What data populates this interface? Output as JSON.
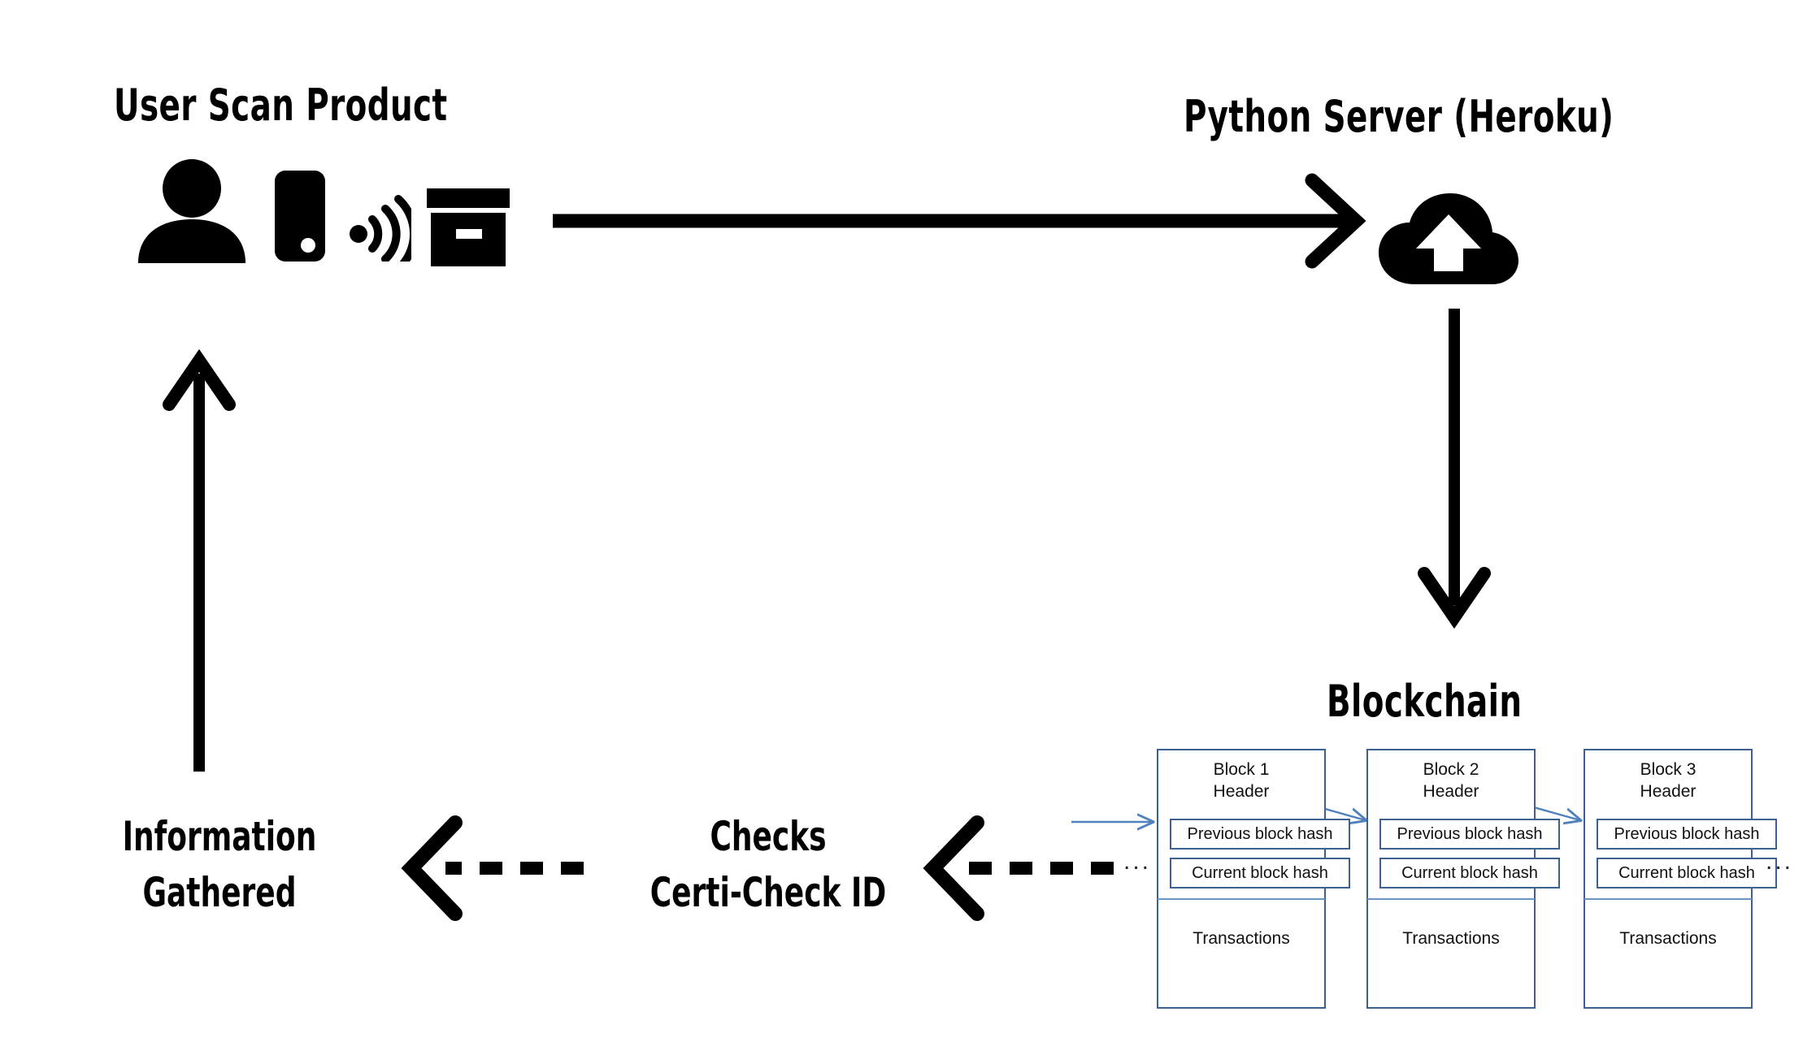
{
  "diagram": {
    "title_user_scan": "User Scan Product",
    "title_python_server": "Python Server (Heroku)",
    "title_blockchain": "Blockchain",
    "label_information_line1": "Information",
    "label_information_line2": "Gathered",
    "label_checks_line1": "Checks",
    "label_checks_line2": "Certi-Check ID",
    "icons": {
      "person": "person-icon",
      "phone": "smartphone-icon",
      "signal": "wireless-signal-icon",
      "product": "product-box-icon",
      "cloud": "cloud-upload-icon"
    },
    "flows": [
      {
        "name": "scan-to-server",
        "style": "solid",
        "direction": "right"
      },
      {
        "name": "server-to-blockchain",
        "style": "solid",
        "direction": "down"
      },
      {
        "name": "blockchain-to-checks",
        "style": "dashed",
        "direction": "left"
      },
      {
        "name": "checks-to-information",
        "style": "dashed",
        "direction": "left"
      },
      {
        "name": "information-to-user",
        "style": "solid",
        "direction": "up"
      }
    ],
    "colors": {
      "stroke_black": "#000000",
      "block_border_blue": "#3C6090",
      "connector_blue": "#4F81BD",
      "background": "#FFFFFF"
    },
    "blockchain": {
      "ellipsis_left": "...",
      "ellipsis_right": "...",
      "blocks": [
        {
          "header_line1": "Block 1",
          "header_line2": "Header",
          "previous_hash": "Previous block hash",
          "current_hash": "Current block hash",
          "transactions": "Transactions"
        },
        {
          "header_line1": "Block 2",
          "header_line2": "Header",
          "previous_hash": "Previous block hash",
          "current_hash": "Current block hash",
          "transactions": "Transactions"
        },
        {
          "header_line1": "Block 3",
          "header_line2": "Header",
          "previous_hash": "Previous block hash",
          "current_hash": "Current block hash",
          "transactions": "Transactions"
        }
      ]
    }
  }
}
